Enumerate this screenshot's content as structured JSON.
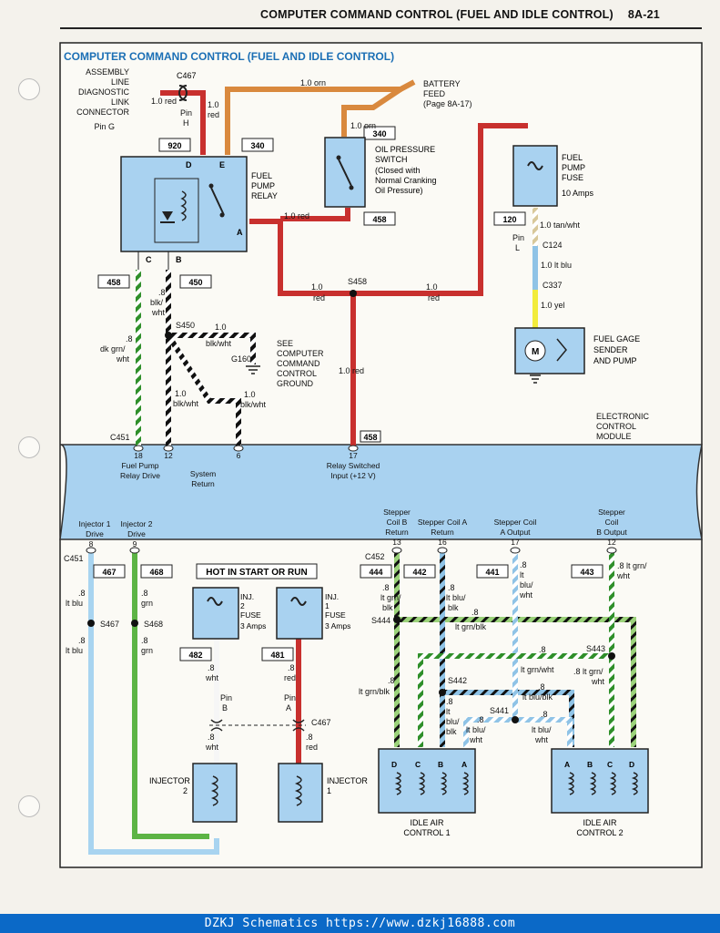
{
  "header": {
    "title": "COMPUTER COMMAND CONTROL (FUEL AND IDLE CONTROL)",
    "page": "8A-21"
  },
  "diagram_title": "COMPUTER COMMAND CONTROL (FUEL AND IDLE CONTROL)",
  "labels": {
    "aldl_line1": "ASSEMBLY",
    "aldl_line2": "LINE",
    "aldl_line3": "DIAGNOSTIC",
    "aldl_line4": "LINK",
    "aldl_line5": "CONNECTOR",
    "pin_g": "Pin G",
    "pin_h_1": "Pin",
    "pin_h_2": "H",
    "c467_top": "C467",
    "w_1red_a": "1.0 red",
    "w_1red_b": "1.0",
    "w_1red_c": "red",
    "w_1orn_a": "1.0 orn",
    "w_1orn_b": "1.0 orn",
    "battery_1": "BATTERY",
    "battery_2": "FEED",
    "battery_3": "(Page 8A-17)",
    "oil_1": "OIL PRESSURE",
    "oil_2": "SWITCH",
    "oil_3": "(Closed with",
    "oil_4": "Normal Cranking",
    "oil_5": "Oil Pressure)",
    "relay_1": "FUEL",
    "relay_2": "PUMP",
    "relay_3": "RELAY",
    "fuse_1": "FUEL",
    "fuse_2": "PUMP",
    "fuse_3": "FUSE",
    "fuse_4": "10 Amps",
    "c_920": "920",
    "c_340a": "340",
    "c_340b": "340",
    "c_458a": "458",
    "c_458b": "458",
    "c_458c": "458",
    "c_450": "450",
    "c_120": "120",
    "relay_d": "D",
    "relay_e": "E",
    "relay_a": "A",
    "relay_c": "C",
    "relay_b": "B",
    "w_1red_d": "1.0 red",
    "w_1red_e": "1.0",
    "w_1red_f": "red",
    "w_1red_g": "1.0",
    "w_1red_h": "red",
    "w_1red_i": "1.0 red",
    "s458": "S458",
    "s450": "S450",
    "w_tanwht": "1.0 tan/wht",
    "pin_l_1": "Pin",
    "pin_l_2": "L",
    "c124": "C124",
    "w_ltblu": "1.0 lt blu",
    "c337": "C337",
    "w_yel": "1.0 yel",
    "gauge_1": "FUEL GAGE",
    "gauge_2": "SENDER",
    "gauge_3": "AND PUMP",
    "w_8blkwht": ".8",
    "w_8blkwht2": "blk/",
    "w_8blkwht3": "wht",
    "w_1blkwht": "1.0",
    "w_1blkwht2": "blk/wht",
    "w_1blkwht3": "1.0",
    "w_1blkwht4": "blk/wht",
    "w_1blkwht5": "1.0",
    "w_1blkwht6": "blk/wht",
    "g160": "G160",
    "see_1": "SEE",
    "see_2": "COMPUTER",
    "see_3": "COMMAND",
    "see_4": "CONTROL",
    "see_5": "GROUND",
    "w_dkgrn1": ".8",
    "w_dkgrn2": "dk grn/",
    "w_dkgrn3": "wht",
    "c451a": "C451",
    "c451b": "C451",
    "c452": "C452",
    "ecm_1": "ELECTRONIC",
    "ecm_2": "CONTROL",
    "ecm_3": "MODULE",
    "p18": "18",
    "p12": "12",
    "p6": "6",
    "p17": "17",
    "fpr_1": "Fuel Pump",
    "fpr_2": "Relay Drive",
    "sys_1": "System",
    "sys_2": "Return",
    "rsi_1": "Relay Switched",
    "rsi_2": "Input (+12 V)",
    "inj1d_1": "Injector 1",
    "inj1d_2": "Drive",
    "inj2d_1": "Injector 2",
    "inj2d_2": "Drive",
    "p8": "8",
    "p9": "9",
    "scb_1": "Stepper",
    "scb_2": "Coil B",
    "scb_3": "Return",
    "p13": "13",
    "sca_1": "Stepper Coil A",
    "sca_2": "Return",
    "p16": "16",
    "scao_1": "Stepper Coil",
    "scao_2": "A Output",
    "p17b": "17",
    "scbo_1": "Stepper",
    "scbo_2": "Coil",
    "scbo_3": "B Output",
    "p12b": "12",
    "c_467": "467",
    "c_468": "468",
    "c_444": "444",
    "c_442": "442",
    "c_441": "441",
    "c_443": "443",
    "c_482": "482",
    "c_481": "481",
    "hot": "HOT IN START OR RUN",
    "inj2fuse_1": "INJ.",
    "inj2fuse_2": "2",
    "inj2fuse_3": "FUSE",
    "inj2fuse_4": "3 Amps",
    "inj1fuse_1": "INJ.",
    "inj1fuse_2": "1",
    "inj1fuse_3": "FUSE",
    "inj1fuse_4": "3 Amps",
    "w_ltblu8a": ".8",
    "w_ltblu8b": "lt blu",
    "w_ltblu8c": ".8",
    "w_ltblu8d": "lt blu",
    "w_grn8a": ".8",
    "w_grn8b": "grn",
    "w_grn8c": ".8",
    "w_grn8d": "grn",
    "s467": "S467",
    "s468": "S468",
    "s444": "S444",
    "s443": "S443",
    "s442": "S442",
    "s441": "S441",
    "w_wht8a": ".8",
    "w_wht8b": "wht",
    "w_wht8c": ".8",
    "w_wht8d": "wht",
    "w_red8a": ".8",
    "w_red8b": "red",
    "w_red8c": ".8",
    "w_red8d": "red",
    "pin_b_1": "Pin",
    "pin_b_2": "B",
    "pin_a_1": "Pin",
    "pin_a_2": "A",
    "c467_bot": "C467",
    "inj2_1": "INJECTOR",
    "inj2_2": "2",
    "inj1_1": "INJECTOR",
    "inj1_2": "1",
    "w444_1": ".8",
    "w444_2": "lt grn/",
    "w444_3": "blk",
    "w442_1": ".8",
    "w442_2": "lt blu/",
    "w442_3": "blk",
    "w441_1": ".8",
    "w441_2": "lt",
    "w441_3": "blu/",
    "w441_4": "wht",
    "w443_1": ".8 lt grn/",
    "w443_2": "wht",
    "w_grnblk_1": ".8",
    "w_grnblk_2": "lt grn/blk",
    "w_grnwht_1": ".8",
    "w_grnwht_2": "lt grn/wht",
    "w_grnwht_3": ".8 lt grn/",
    "w_grnwht_4": "wht",
    "w_grnblk_3": ".8",
    "w_grnblk_4": "lt grn/blk",
    "w_blublk_1": ".8",
    "w_blublk_2": "lt blu/blk",
    "w_blublk_3": ".8",
    "w_blublk_4": "lt",
    "w_blublk_5": "blu/",
    "w_blublk_6": "blk",
    "w_bluwht_1": ".8",
    "w_bluwht_2": "lt blu/",
    "w_bluwht_3": "wht",
    "w_bluwht_4": ".8",
    "w_bluwht_5": "lt blu/",
    "w_bluwht_6": "wht",
    "iac1_1": "IDLE AIR",
    "iac1_2": "CONTROL 1",
    "iac2_1": "IDLE AIR",
    "iac2_2": "CONTROL 2",
    "pin_d": "D",
    "pin_c": "C",
    "pin_b": "B",
    "pin_a": "A"
  },
  "footer": "DZKJ Schematics https://www.dzkj16888.com"
}
